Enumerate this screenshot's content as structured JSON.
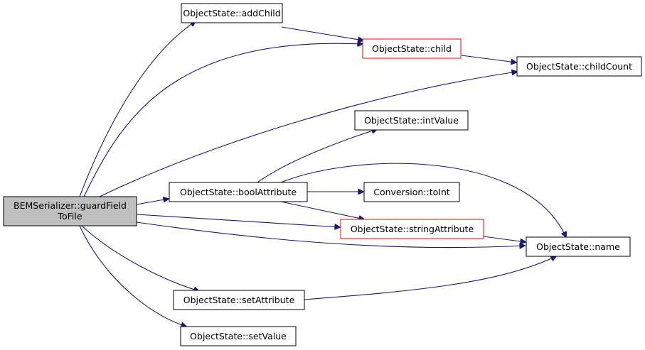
{
  "graph": {
    "colors": {
      "edge": "#191970",
      "node_fill": "#ffffff",
      "node_border": "#000000",
      "root_fill": "#bfbfbf",
      "external_border": "#ff0000"
    },
    "root": {
      "line1": "BEMSerializer::guardField",
      "line2": "ToFile"
    },
    "nodes": {
      "add_child": "ObjectState::addChild",
      "child": "ObjectState::child",
      "child_count": "ObjectState::childCount",
      "int_value": "ObjectState::intValue",
      "bool_attribute": "ObjectState::boolAttribute",
      "to_int": "Conversion::toInt",
      "string_attribute": "ObjectState::stringAttribute",
      "name": "ObjectState::name",
      "set_attribute": "ObjectState::setAttribute",
      "set_value": "ObjectState::setValue"
    }
  }
}
